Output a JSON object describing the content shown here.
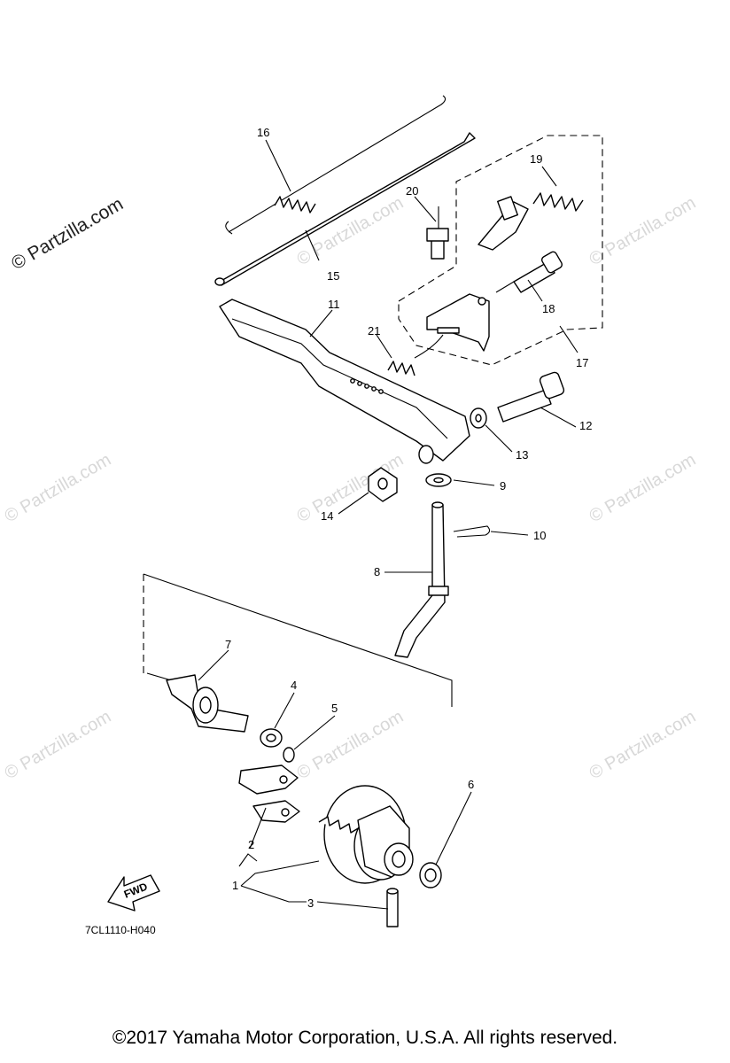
{
  "watermark": {
    "main": "© Partzilla.com",
    "faint": "© Partzilla.com"
  },
  "drawing_code": "7CL1110-H040",
  "fwd_label": "FWD",
  "copyright": "©2017 Yamaha Motor Corporation, U.S.A. All rights reserved.",
  "callouts": [
    "1",
    "2",
    "3",
    "4",
    "5",
    "6",
    "7",
    "8",
    "9",
    "10",
    "11",
    "12",
    "13",
    "14",
    "15",
    "16",
    "17",
    "18",
    "19",
    "20",
    "21"
  ]
}
